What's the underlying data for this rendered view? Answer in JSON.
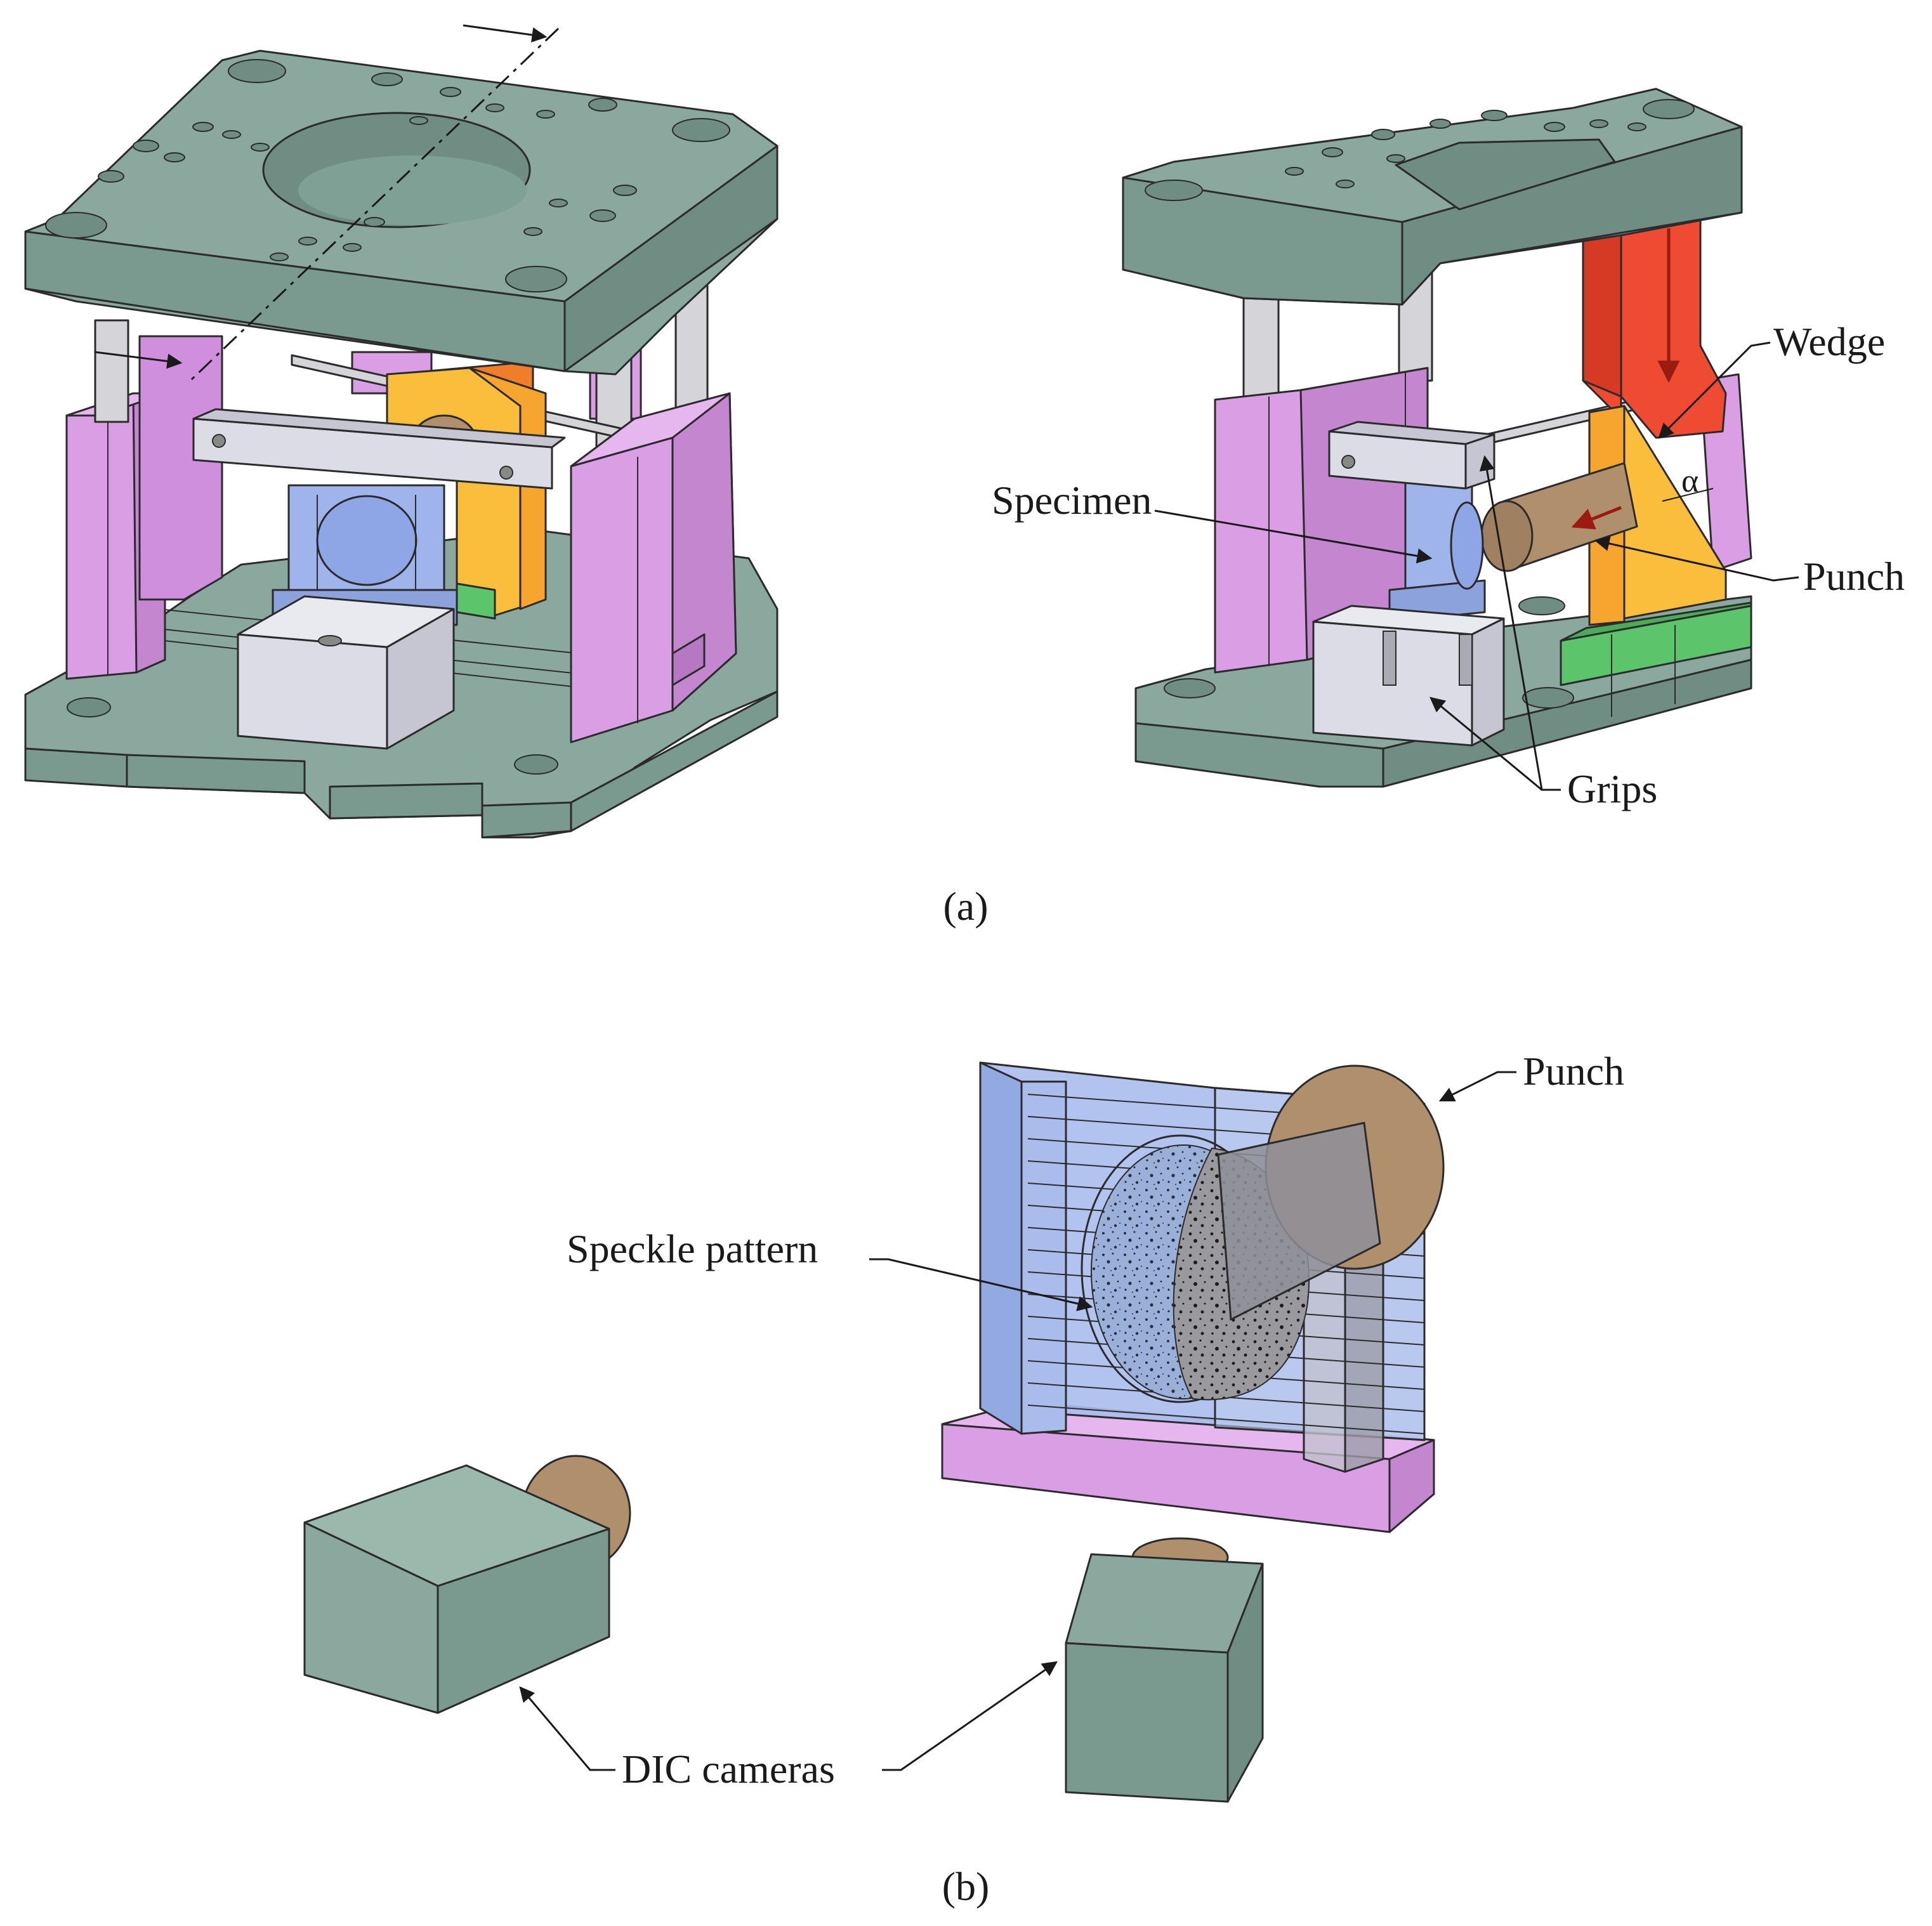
{
  "labels": {
    "wedge": "Wedge",
    "specimen": "Specimen",
    "punch_a": "Punch",
    "grips": "Grips",
    "alpha": "α",
    "punch_b": "Punch",
    "speckle": "Speckle pattern",
    "dic": "DIC cameras"
  },
  "captions": {
    "a": "(a)",
    "b": "(b)"
  },
  "colors": {
    "plate": "#8aa89d",
    "pillar": "#d99ee3",
    "grip": "#dcdce6",
    "specimen": "#9fb4ea",
    "wedge": "#ef4a32",
    "punch_holder": "#fbbd3c",
    "punch": "#b0906c",
    "guide": "#5cc46a",
    "rod": "#d4d4d9"
  }
}
